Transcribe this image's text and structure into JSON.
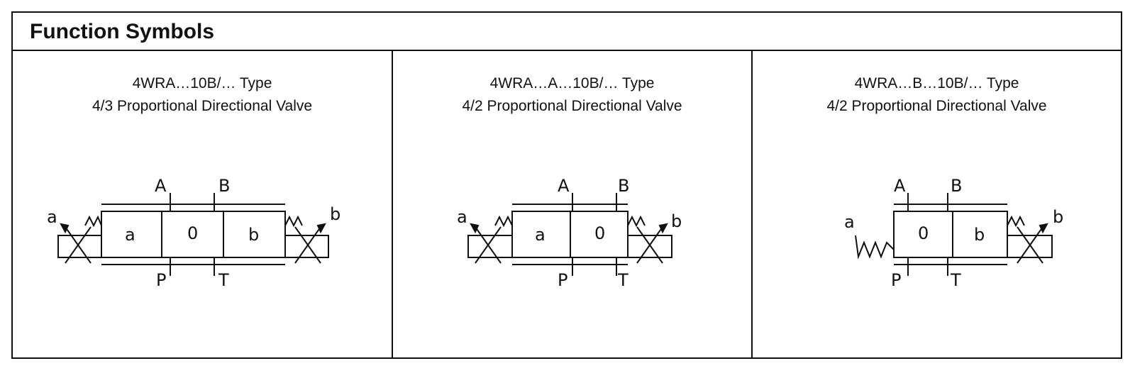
{
  "header": {
    "title": "Function Symbols"
  },
  "panels": [
    {
      "line1": "4WRA…10B/… Type",
      "line2": "4/3 Proportional Directional Valve",
      "ports": {
        "top_left": "A",
        "top_right": "B",
        "bottom_left": "P",
        "bottom_right": "T"
      },
      "boxes": [
        "a",
        "0",
        "b"
      ],
      "actuators": {
        "left": "a",
        "right": "b"
      }
    },
    {
      "line1": "4WRA…A…10B/… Type",
      "line2": "4/2 Proportional Directional Valve",
      "ports": {
        "top_left": "A",
        "top_right": "B",
        "bottom_left": "P",
        "bottom_right": "T"
      },
      "boxes": [
        "a",
        "0"
      ],
      "actuators": {
        "left": "a",
        "right": "b"
      }
    },
    {
      "line1": "4WRA…B…10B/… Type",
      "line2": "4/2 Proportional Directional Valve",
      "ports": {
        "top_left": "A",
        "top_right": "B",
        "bottom_left": "P",
        "bottom_right": "T"
      },
      "boxes": [
        "0",
        "b"
      ],
      "actuators": {
        "left": "a",
        "right": "b"
      }
    }
  ]
}
